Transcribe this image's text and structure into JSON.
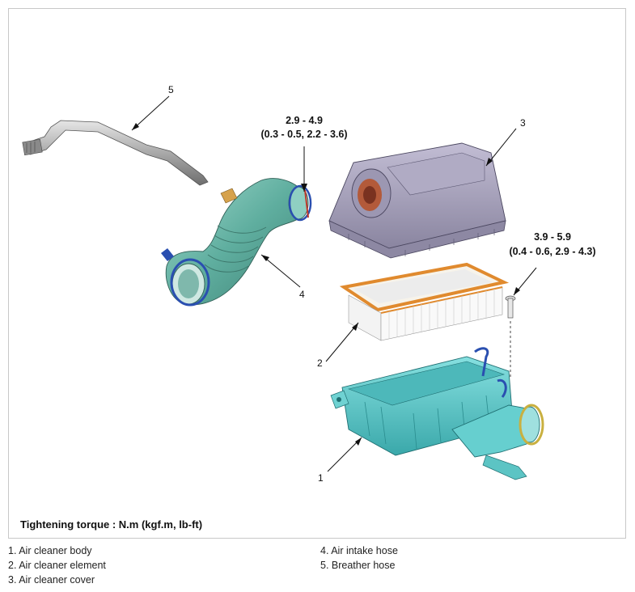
{
  "callouts": [
    {
      "num": "1"
    },
    {
      "num": "2"
    },
    {
      "num": "3"
    },
    {
      "num": "4"
    },
    {
      "num": "5"
    }
  ],
  "torque": {
    "hose_clamp": {
      "line1": "2.9 - 4.9",
      "line2": "(0.3 - 0.5, 2.2 - 3.6)"
    },
    "cover_bolt": {
      "line1": "3.9 - 5.9",
      "line2": "(0.4 - 0.6, 2.9 - 4.3)"
    }
  },
  "caption": "Tightening torque : N.m (kgf.m, lb-ft)",
  "legend": [
    "1. Air cleaner body",
    "2. Air cleaner element",
    "3. Air cleaner cover",
    "4. Air intake hose",
    "5. Breather hose"
  ],
  "colors": {
    "body": "#5cc8c8",
    "cover": "#a49fb8",
    "hose": "#6bb4a6",
    "element_frame": "#e08a2e",
    "clamp": "#2a4fb0",
    "breather": "#b8b8b8"
  }
}
